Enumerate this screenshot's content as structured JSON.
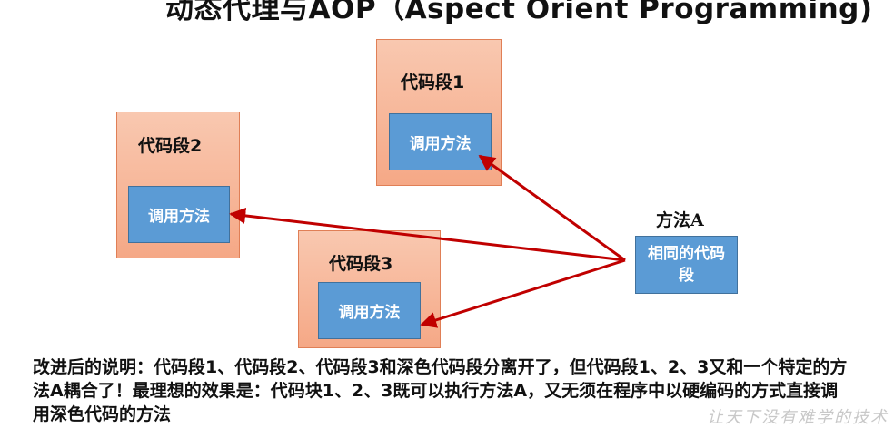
{
  "title": "动态代理与AOP（Aspect Orient Programming)",
  "segments": {
    "seg1": {
      "label": "代码段1",
      "method": "调用方法"
    },
    "seg2": {
      "label": "代码段2",
      "method": "调用方法"
    },
    "seg3": {
      "label": "代码段3",
      "method": "调用方法"
    }
  },
  "methodA": {
    "label": "方法A",
    "box": "相同的代码段"
  },
  "description": "改进后的说明：代码段1、代码段2、代码段3和深色代码段分离开了，但代码段1、2、3又和一个特定的方法A耦合了！最理想的效果是：代码块1、2、3既可以执行方法A，又无须在程序中以硬编码的方式直接调用深色代码的方法",
  "watermark": "让天下没有难学的技术",
  "colors": {
    "segment": "#f5a886",
    "method_box": "#5b9bd5",
    "arrow": "#c00000"
  }
}
